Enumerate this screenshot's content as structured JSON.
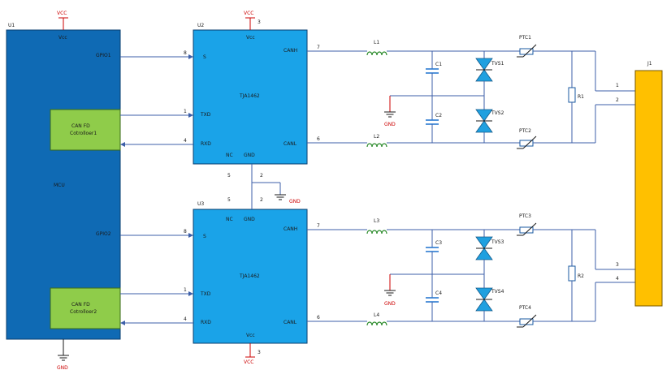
{
  "power": {
    "vcc": "VCC",
    "gnd": "GND"
  },
  "mcu": {
    "ref": "U1",
    "vcc_pin": "Vcc",
    "name": "MCU",
    "gpio1": "GPIO1",
    "gpio2": "GPIO2",
    "can1": {
      "line1": "CAN FD",
      "line2": "Cotrolloer1"
    },
    "can2": {
      "line1": "CAN FD",
      "line2": "Cotrolloer2"
    }
  },
  "transceivers": [
    {
      "ref": "U2",
      "name": "TJA1462",
      "vcc": "Vcc",
      "vcc_pin": "3",
      "s": "S",
      "s_pin": "8",
      "txd": "TXD",
      "txd_pin": "1",
      "rxd": "RXD",
      "rxd_pin": "4",
      "canh": "CANH",
      "canh_pin": "7",
      "canl": "CANL",
      "canl_pin": "6",
      "nc": "NC",
      "gnd": "GND",
      "nc_pin": "5",
      "gnd_pin": "2"
    },
    {
      "ref": "U3",
      "name": "TJA1462",
      "vcc": "Vcc",
      "vcc_pin": "3",
      "s": "S",
      "s_pin": "8",
      "txd": "TXD",
      "txd_pin": "1",
      "rxd": "RXD",
      "rxd_pin": "4",
      "canh": "CANH",
      "canh_pin": "7",
      "canl": "CANL",
      "canl_pin": "6",
      "nc": "NC",
      "gnd": "GND",
      "nc_pin": "5",
      "gnd_pin": "2"
    }
  ],
  "components": {
    "L1": "L1",
    "L2": "L2",
    "L3": "L3",
    "L4": "L4",
    "C1": "C1",
    "C2": "C2",
    "C3": "C3",
    "C4": "C4",
    "TVS1": "TVS1",
    "TVS2": "TVS2",
    "TVS3": "TVS3",
    "TVS4": "TVS4",
    "PTC1": "PTC1",
    "PTC2": "PTC2",
    "PTC3": "PTC3",
    "PTC4": "PTC4",
    "R1": "R1",
    "R2": "R2"
  },
  "connector": {
    "ref": "J1",
    "pins": [
      "1",
      "2",
      "3",
      "4"
    ]
  },
  "colors": {
    "mcu": "#0f6ab4",
    "transceiver": "#1aa3e8",
    "controller": "#8fcc4a",
    "connector": "#ffc000",
    "wire": "#3d5fa8",
    "power": "#cc0000"
  }
}
